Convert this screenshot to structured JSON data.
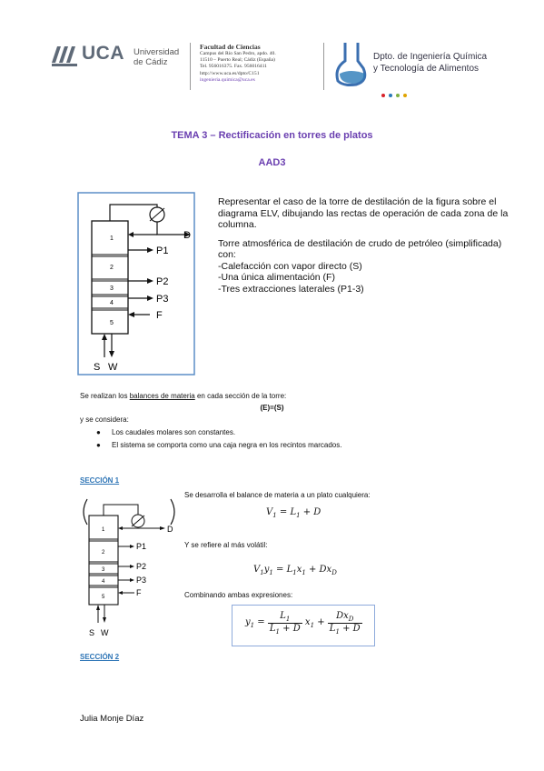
{
  "header": {
    "logo_text": "UCA",
    "uni_line1": "Universidad",
    "uni_line2": "de Cádiz",
    "faculty": {
      "name": "Facultad de Ciencias",
      "line1": "Campus del Río San Pedro, apdo. 40.",
      "line2": "11510 – Puerto Real; Cádiz (España)",
      "line3": "Tel. 956016375. Fax. 956016411",
      "line4": "http://www.uca.es/dpto/C151",
      "email": "ingenieria.quimica@uca.es"
    },
    "dept_line1": "Dpto. de Ingeniería Química",
    "dept_line2": "y Tecnología de Alimentos",
    "dot_colors": [
      "#d8232a",
      "#2a7ab8",
      "#7fb041",
      "#e0a400"
    ]
  },
  "title": "TEMA 3 – Rectificación en torres de platos",
  "subtitle": "AAD3",
  "intro": {
    "p1": "Representar el caso de la torre de destilación de la figura sobre el diagrama ELV, dibujando las rectas de operación de cada zona de la columna.",
    "p2": "Torre atmosférica de destilación de crudo de petróleo (simplificada) con:",
    "items": [
      "-Calefacción con vapor directo (S)",
      "-Una única alimentación (F)",
      "-Tres extracciones laterales (P1-3)"
    ]
  },
  "diagram": {
    "stream_labels": [
      "D",
      "P1",
      "P2",
      "P3",
      "F"
    ],
    "zones": [
      "1",
      "2",
      "3",
      "4",
      "5"
    ],
    "bottom_labels": [
      "S",
      "W"
    ]
  },
  "balances": {
    "prefix": "Se realizan los ",
    "link": "balances de materia",
    "suffix": " en cada sección de la torre:",
    "rule": "(E)=(S)",
    "consider": "y se considera:",
    "bullets": [
      "Los caudales molares son constantes.",
      "El sistema se comporta como una caja negra en los recintos marcados."
    ]
  },
  "section1": {
    "heading": "SECCIÓN 1",
    "text1": "Se desarrolla el balance de materia a un plato cualquiera:",
    "text2": "Y se refiere al más volátil:",
    "text3": "Combinando ambas expresiones:"
  },
  "section2": {
    "heading": "SECCIÓN 2"
  },
  "author": "Julia Monje Díaz"
}
